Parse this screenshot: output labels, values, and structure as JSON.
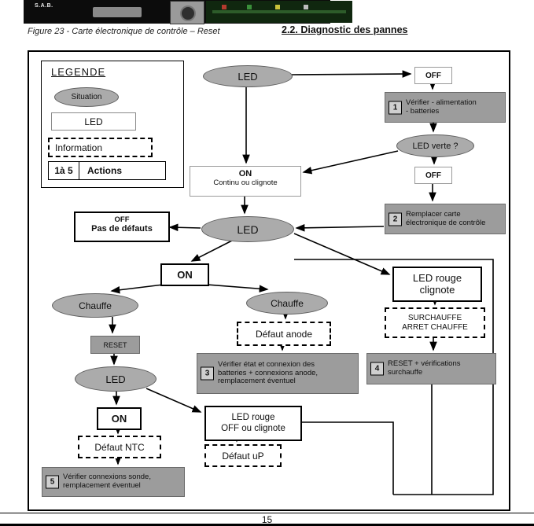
{
  "page": {
    "photo_label": "S.A.B.",
    "figure_caption": "Figure 23 - Carte électronique de contrôle – Reset",
    "section_title": "2.2. Diagnostic des pannes",
    "page_number": "15"
  },
  "colors": {
    "ellipse_fill": "#ababab",
    "action_fill": "#9c9c9c"
  },
  "legend": {
    "title": "LEGENDE",
    "situation": "Situation",
    "led": "LED",
    "information": "Information",
    "actions_range": "1à 5",
    "actions_label": "Actions"
  },
  "flow": {
    "led_top": "LED",
    "off_top": "OFF",
    "action1": {
      "num": "1",
      "text": "Vérifier - alimentation\n- batteries"
    },
    "led_verte": "LED verte ?",
    "off_mid": "OFF",
    "action2": {
      "num": "2",
      "text": "Remplacer carte\nélectronique de contrôle"
    },
    "on_continu": {
      "title": "ON",
      "subtitle": "Continu ou clignote"
    },
    "led_mid": "LED",
    "off_defauts": {
      "title": "OFF",
      "subtitle": "Pas de défauts"
    },
    "on1": "ON",
    "chauffe_left": "Chauffe",
    "chauffe_mid": "Chauffe",
    "led_rouge_clignote": "LED rouge\nclignote",
    "surchauffe": "SURCHAUFFE\nARRET CHAUFFE",
    "action4": {
      "num": "4",
      "text": "RESET + vérifications\nsurchauffe"
    },
    "reset": "RESET",
    "led_left": "LED",
    "on2": "ON",
    "defaut_ntc": "Défaut NTC",
    "action5": {
      "num": "5",
      "text": "Vérifier connexions sonde,\nremplacement éventuel"
    },
    "defaut_anode": "Défaut anode",
    "action3": {
      "num": "3",
      "text": "Vérifier état et connexion des\nbatteries + connexions anode,\nremplacement éventuel"
    },
    "led_rouge_off": "LED rouge\nOFF ou clignote",
    "defaut_up": "Défaut uP"
  }
}
